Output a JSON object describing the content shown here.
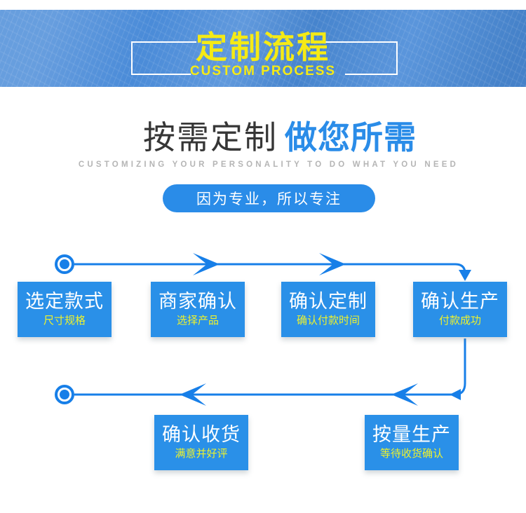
{
  "banner": {
    "title": "定制流程",
    "subtitle": "CUSTOM PROCESS"
  },
  "intro": {
    "title_dark": "按需定制",
    "title_blue": "做您所需",
    "subtitle_en": "CUSTOMIZING YOUR PERSONALITY TO DO WHAT YOU NEED",
    "pill_label": "因为专业，所以专注"
  },
  "flow": {
    "steps": [
      {
        "main": "选定款式",
        "sub": "尺寸规格"
      },
      {
        "main": "商家确认",
        "sub": "选择产品"
      },
      {
        "main": "确认定制",
        "sub": "确认付款时间"
      },
      {
        "main": "确认生产",
        "sub": "付款成功"
      },
      {
        "main": "按量生产",
        "sub": "等待收货确认"
      },
      {
        "main": "确认收货",
        "sub": "满意并好评"
      }
    ]
  },
  "colors": {
    "banner-blue": "#4a8bd8",
    "yellow": "#f5ea15",
    "blue": "#2a8ce8",
    "box-blue": "#2a90e8",
    "line-blue": "#177fe8",
    "sub-yellow": "#eef22c",
    "dark-text": "#363636",
    "gray-text": "#b5b5b5"
  }
}
